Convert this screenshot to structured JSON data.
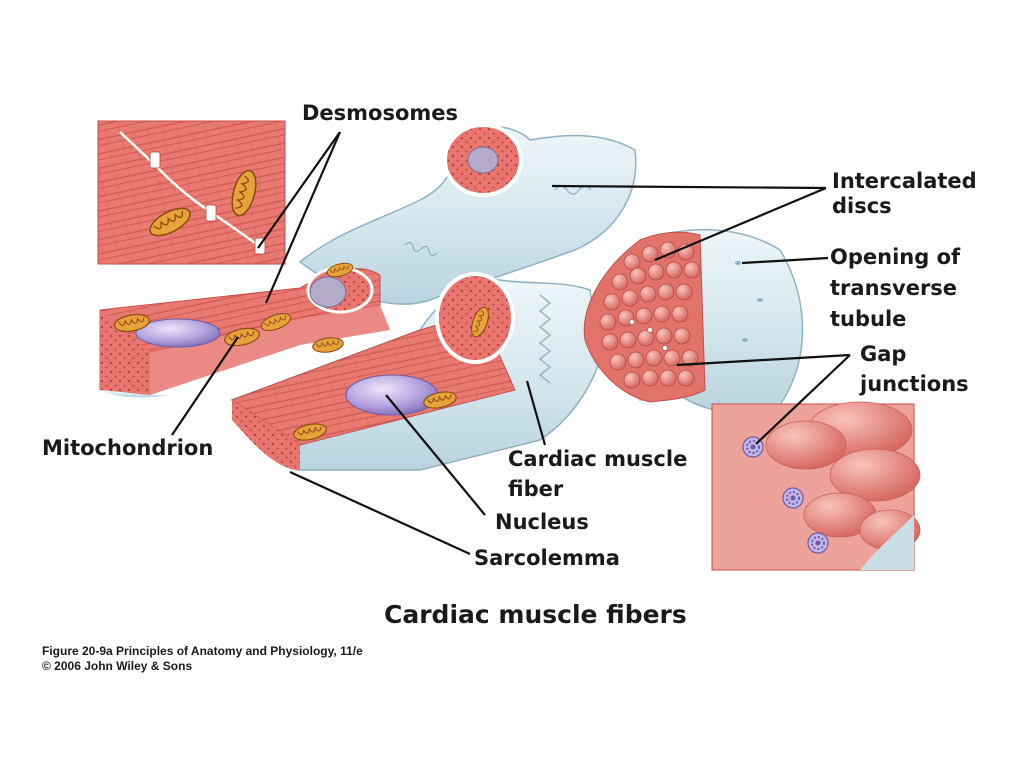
{
  "labels": {
    "desmosomes": "Desmosomes",
    "intercalated_discs": [
      "Intercalated",
      "discs"
    ],
    "opening_of_transverse_tubule": [
      "Opening of",
      "transverse",
      "tubule"
    ],
    "gap_junctions": [
      "Gap",
      "junctions"
    ],
    "mitochondrion": "Mitochondrion",
    "cardiac_muscle_fiber": [
      "Cardiac muscle",
      "fiber"
    ],
    "nucleus": "Nucleus",
    "sarcolemma": "Sarcolemma"
  },
  "title": "Cardiac muscle fibers",
  "credit": {
    "line1": "Figure 20-9a  Principles of Anatomy and Physiology, 11/e",
    "line2": "© 2006 John Wiley & Sons"
  },
  "colors": {
    "muscle": "#e8766f",
    "muscle_dark": "#c9504c",
    "sarcolemma": "#d6e8ef",
    "sarcolemma_edge": "#9cbccb",
    "nucleus": "#b3a3dd",
    "mitochondrion": "#e7a23a"
  }
}
